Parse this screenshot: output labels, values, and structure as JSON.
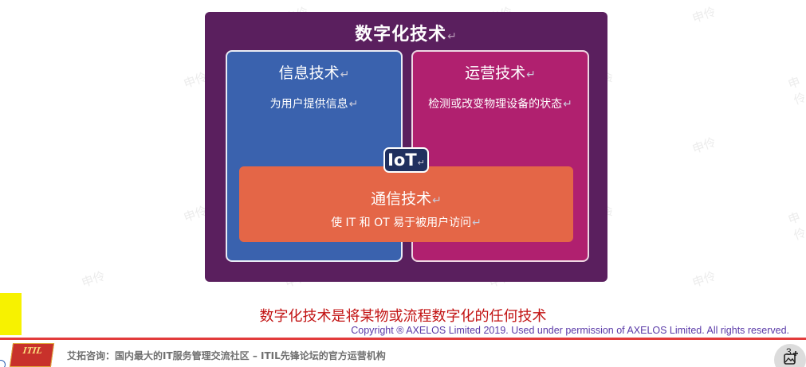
{
  "diagram": {
    "title": "数字化技术",
    "paragraph_mark": "↵",
    "boxes": {
      "it": {
        "title": "信息技术",
        "desc": "为用户提供信息"
      },
      "ot": {
        "title": "运营技术",
        "desc": "检测或改变物理设备的状态"
      },
      "comm": {
        "title": "通信技术",
        "desc": "使 IT 和 OT 易于被用户访问"
      }
    },
    "iot_label": "IoT"
  },
  "caption": "数字化技术是将某物或流程数字化的任何技术",
  "copyright": "Copyright ® AXELOS Limited 2019. Used under permission of AXELOS Limited. All rights reserved.",
  "footer": {
    "text": "艾拓咨询：国内最大的IT服务管理交流社区 – ITIL先锋论坛的官方运营机构",
    "logo_text": "ITIL",
    "page_number": "3"
  },
  "watermark": "申伶",
  "colors": {
    "outer": "#5a1f5e",
    "it": "#3a62ae",
    "ot": "#b0206f",
    "comm": "#e46647",
    "iot": "#20305f",
    "caption": "#c21313",
    "copyright": "#5a3aa8",
    "footer_line": "#e23b3b"
  },
  "icons": {
    "slide_tool": "photo-add-icon"
  }
}
